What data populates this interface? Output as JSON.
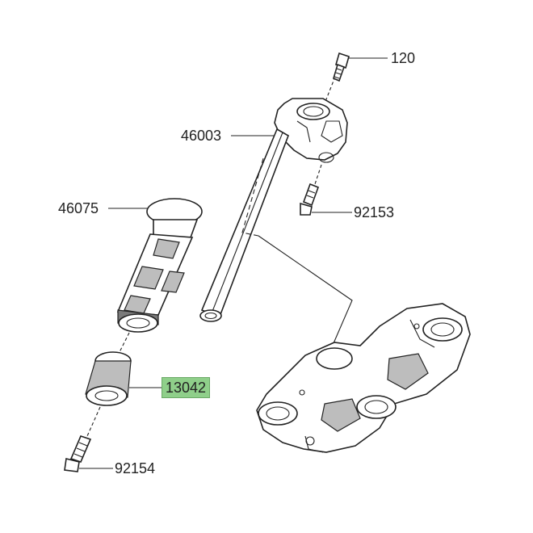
{
  "parts": {
    "bolt_top": "120",
    "handlebar": "46003",
    "bolt_clamp": "92153",
    "grip": "46075",
    "weight": "13042",
    "bolt_end": "92154"
  },
  "highlight_color": "#8fcf8a"
}
